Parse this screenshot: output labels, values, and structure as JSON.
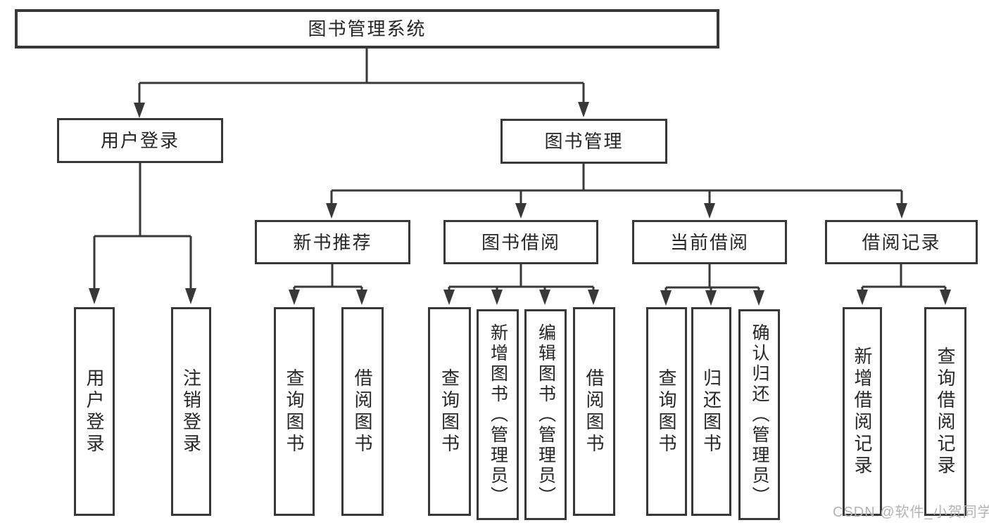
{
  "watermark": {
    "text": "CSDN @软件_小贺同学"
  },
  "colors": {
    "line": "#383838",
    "box_border": "#383838",
    "box_fill": "#ffffff",
    "text": "#262626",
    "watermark": "#b3b3b3",
    "background": "#ffffff"
  },
  "diagram": {
    "type": "hierarchy-tree",
    "root": {
      "label": "图书管理系统"
    },
    "branches": [
      {
        "label": "用户登录",
        "children": [
          {
            "label": "用户登录"
          },
          {
            "label": "注销登录"
          }
        ]
      },
      {
        "label": "图书管理",
        "sections": [
          {
            "label": "新书推荐",
            "children": [
              {
                "label": "查询图书"
              },
              {
                "label": "借阅图书"
              }
            ]
          },
          {
            "label": "图书借阅",
            "children": [
              {
                "label": "查询图书"
              },
              {
                "label": "新增图书（管理员）"
              },
              {
                "label": "编辑图书（管理员）"
              },
              {
                "label": "借阅图书"
              }
            ]
          },
          {
            "label": "当前借阅",
            "children": [
              {
                "label": "查询图书"
              },
              {
                "label": "归还图书"
              },
              {
                "label": "确认归还（管理员）"
              }
            ]
          },
          {
            "label": "借阅记录",
            "children": [
              {
                "label": "新增借阅记录"
              },
              {
                "label": "查询借阅记录"
              }
            ]
          }
        ]
      }
    ]
  }
}
